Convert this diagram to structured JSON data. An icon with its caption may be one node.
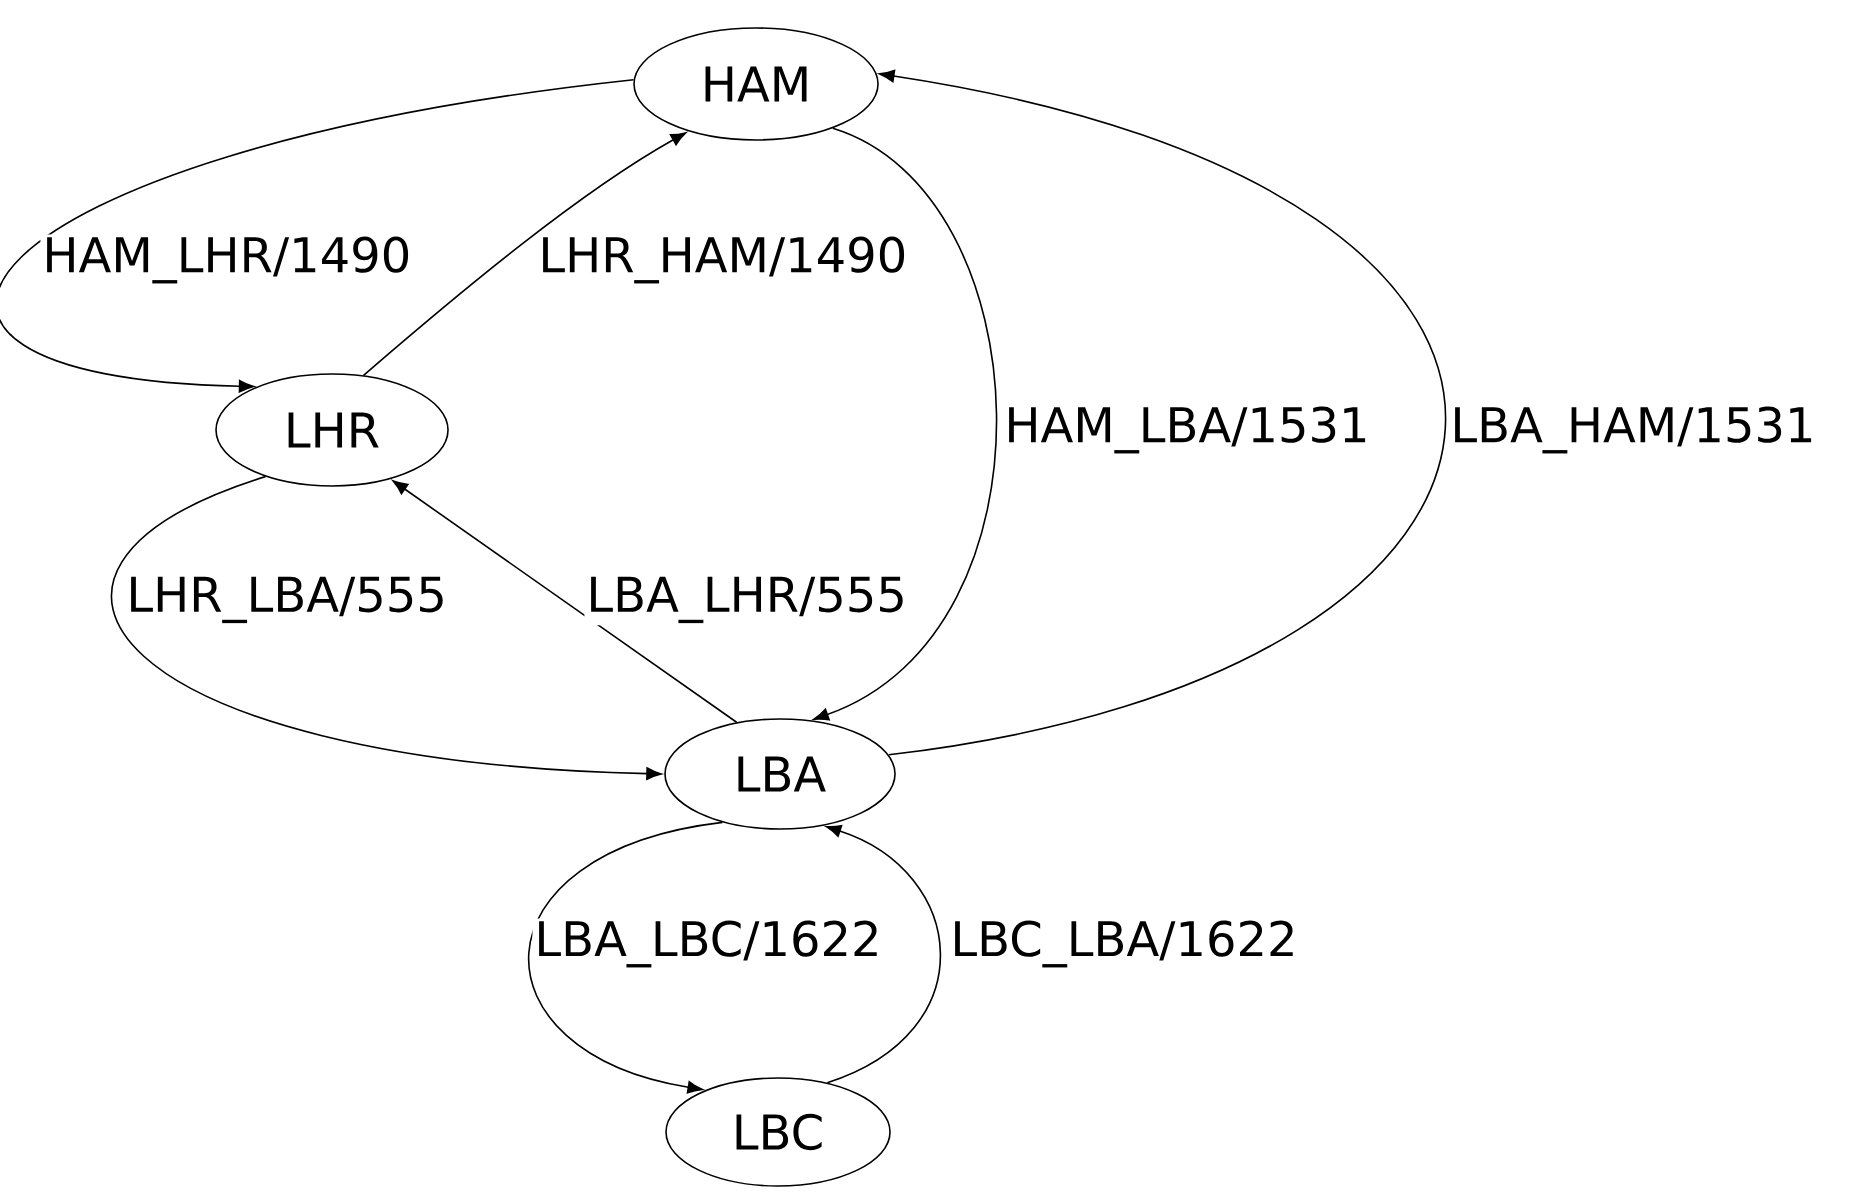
{
  "diagram": {
    "nodes": [
      {
        "text": [
          "HAM"
        ]
      },
      {
        "text": [
          "LHR"
        ]
      },
      {
        "text": [
          "LBA"
        ]
      },
      {
        "text": [
          "LBC"
        ]
      }
    ],
    "edges": [
      {
        "from": 0,
        "to": 1,
        "arrow": "to",
        "label": "HAM_LHR/1490"
      },
      {
        "from": 1,
        "to": 0,
        "arrow": "to",
        "label": "LHR_HAM/1490"
      },
      {
        "from": 0,
        "to": 2,
        "arrow": "to",
        "label": "HAM_LBA/1531"
      },
      {
        "from": 2,
        "to": 0,
        "arrow": "to",
        "label": "LBA_HAM/1531"
      },
      {
        "from": 1,
        "to": 2,
        "arrow": "to",
        "label": "LHR_LBA/555"
      },
      {
        "from": 2,
        "to": 1,
        "arrow": "to",
        "label": "LBA_LHR/555"
      },
      {
        "from": 2,
        "to": 3,
        "arrow": "to",
        "label": "LBA_LBC/1622"
      },
      {
        "from": 3,
        "to": 2,
        "arrow": "to",
        "label": "LBC_LBA/1622"
      }
    ]
  }
}
